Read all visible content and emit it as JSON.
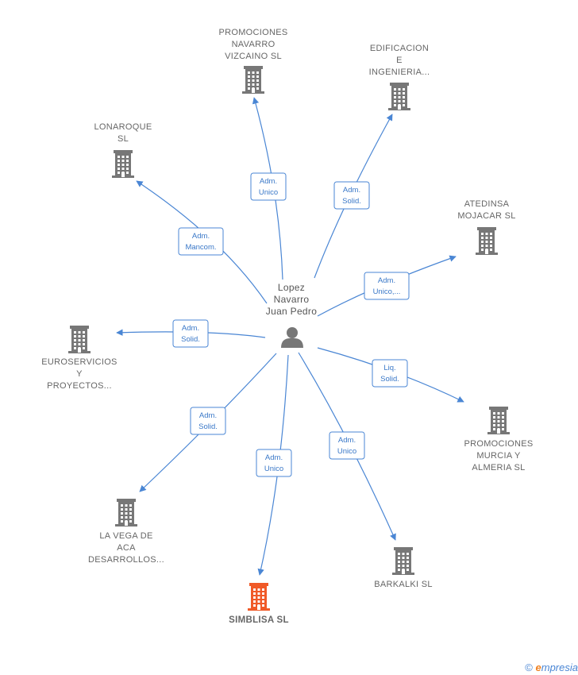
{
  "colors": {
    "edge": "#4a86d4",
    "building": "#777777",
    "building_main": "#f05a28",
    "person": "#777777"
  },
  "center": {
    "lines": [
      "Lopez",
      "Navarro",
      "Juan Pedro"
    ],
    "icon": "person-icon"
  },
  "nodes": [
    {
      "id": "promociones-navarro-vizcaino",
      "lines": [
        "PROMOCIONES",
        "NAVARRO",
        "VIZCAINO  SL"
      ],
      "edge": [
        "Adm.",
        "Unico"
      ]
    },
    {
      "id": "edificacion-e-ingenieria",
      "lines": [
        "EDIFICACION",
        "E",
        "INGENIERIA..."
      ],
      "edge": [
        "Adm.",
        "Solid."
      ]
    },
    {
      "id": "lonaroque-sl",
      "lines": [
        "LONAROQUE",
        "SL"
      ],
      "edge": [
        "Adm.",
        "Mancom."
      ]
    },
    {
      "id": "atedinsa-mojacar-sl",
      "lines": [
        "ATEDINSA",
        "MOJACAR  SL"
      ],
      "edge": [
        "Adm.",
        "Unico,..."
      ]
    },
    {
      "id": "euroservicios-y-proyectos",
      "lines": [
        "EUROSERVICIOS",
        "Y",
        "PROYECTOS..."
      ],
      "edge": [
        "Adm.",
        "Solid."
      ]
    },
    {
      "id": "promociones-murcia-y-almeria",
      "lines": [
        "PROMOCIONES",
        "MURCIA Y",
        "ALMERIA SL"
      ],
      "edge": [
        "Liq.",
        "Solid."
      ]
    },
    {
      "id": "la-vega-de-aca-desarrollos",
      "lines": [
        "LA VEGA DE",
        "ACA",
        "DESARROLLOS..."
      ],
      "edge": [
        "Adm.",
        "Solid."
      ]
    },
    {
      "id": "barkalki-sl",
      "lines": [
        "BARKALKI  SL"
      ],
      "edge": [
        "Adm.",
        "Unico"
      ]
    },
    {
      "id": "simblisa-sl",
      "lines": [
        "SIMBLISA  SL"
      ],
      "edge": [
        "Adm.",
        "Unico"
      ],
      "main": true
    }
  ],
  "footer": {
    "copyright": "©",
    "brand_initial": "e",
    "brand_rest": "mpresia"
  }
}
